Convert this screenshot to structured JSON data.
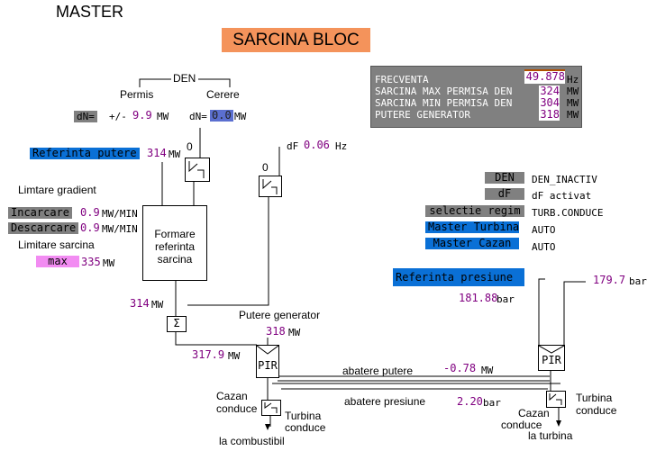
{
  "title": "MASTER",
  "header_button": "SARCINA BLOC",
  "info_panel": {
    "freq_label": "FRECVENTA",
    "freq_value": "49.878",
    "freq_unit": "Hz",
    "max_label": "SARCINA MAX PERMISA DEN",
    "max_value": "324",
    "max_unit": "MW",
    "min_label": "SARCINA MIN PERMISA DEN",
    "min_value": "304",
    "min_unit": "MW",
    "gen_label": "PUTERE GENERATOR",
    "gen_value": "318",
    "gen_unit": "MW"
  },
  "den": {
    "title": "DEN",
    "permis": "Permis",
    "cerere": "Cerere",
    "dn_label1": "dN=",
    "pm": "+/-",
    "dn_value1": "9.9",
    "unit_mw": "MW",
    "dn_label2": "dN=",
    "dn_value2": "0.0"
  },
  "referinta_putere": {
    "label": "Referinta putere",
    "value": "314",
    "unit": "MW"
  },
  "switch_zero_left": "0",
  "switch_zero_right": "0",
  "df": {
    "label": "dF",
    "value": "0.06",
    "unit": "Hz"
  },
  "gradient": {
    "title": "Limtare gradient",
    "incarcare_label": "Incarcare",
    "incarcare_value": "0.9",
    "incarcare_unit": "MW/MIN",
    "descarcare_label": "Descarcare",
    "descarcare_value": "0.9",
    "descarcare_unit": "MW/MIN"
  },
  "limitare": {
    "title": "Limitare sarcina",
    "max_label": "max",
    "max_value": "335",
    "unit": "MW"
  },
  "formare": {
    "line1": "Formare",
    "line2": "referinta",
    "line3": "sarcina"
  },
  "status": {
    "den_tag": "DEN",
    "den_text": "DEN_INACTIV",
    "df_tag": "dF",
    "df_text": "dF activat",
    "sel_tag": "selectie regim",
    "sel_text": "TURB.CONDUCE",
    "mt_tag": "Master Turbina",
    "mt_text": "AUTO",
    "mc_tag": "Master Cazan",
    "mc_text": "AUTO"
  },
  "referinta_presiune": {
    "label": "Referinta presiune",
    "value_sp": "179.7",
    "unit": "bar",
    "value_ref": "181.88"
  },
  "flow": {
    "p314": "314",
    "mw": "MW",
    "sum_symbol": "Σ",
    "putere_generator": "Putere generator",
    "pg_value": "318",
    "p3179": "317.9",
    "pir": "PIR",
    "abatere_putere": "abatere putere",
    "ap_value": "-0.78",
    "abatere_presiune": "abatere presiune",
    "apr_value": "2.20",
    "bar": "bar",
    "cazan": "Cazan",
    "conduce": "conduce",
    "turbina": "Turbina",
    "la_combustibil": "la combustibil",
    "la_turbina": "la turbina"
  }
}
